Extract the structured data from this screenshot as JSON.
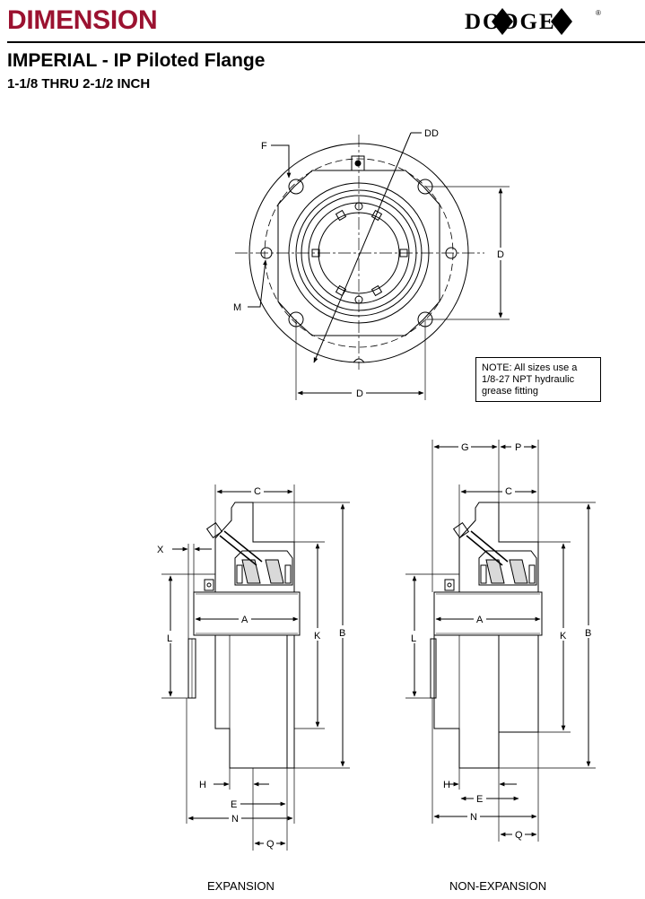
{
  "header": {
    "title": "DIMENSION",
    "title_color": "#9b1230",
    "brand": "DODGE",
    "brand_mark": "®",
    "product_title": "IMPERIAL - IP Piloted Flange",
    "size_range": "1-1/8 THRU 2-1/2 INCH"
  },
  "note": "NOTE:  All sizes use a 1/8-27 NPT hydraulic grease fitting",
  "front_view": {
    "labels": {
      "F": "F",
      "DD": "DD",
      "D_right": "D",
      "D_bottom": "D",
      "M": "M"
    }
  },
  "expansion_view": {
    "caption": "EXPANSION",
    "labels": {
      "C": "C",
      "X": "X",
      "A": "A",
      "L": "L",
      "K": "K",
      "B": "B",
      "H": "H",
      "E": "E",
      "N": "N",
      "Q": "Q"
    }
  },
  "non_expansion_view": {
    "caption": "NON-EXPANSION",
    "labels": {
      "G": "G",
      "P": "P",
      "C": "C",
      "A": "A",
      "L": "L",
      "K": "K",
      "B": "B",
      "H": "H",
      "E": "E",
      "N": "N",
      "Q": "Q"
    }
  }
}
